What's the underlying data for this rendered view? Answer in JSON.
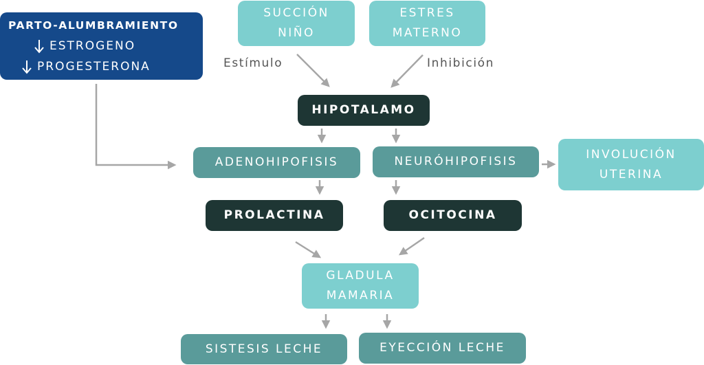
{
  "nodes": {
    "parto": {
      "title": "PARTO-ALUMBRAMIENTO",
      "line1": "ESTROGENO",
      "line2": "PROGESTERONA"
    },
    "succion": {
      "line1": "SUCCIÓN",
      "line2": "NIÑO"
    },
    "estres": {
      "line1": "ESTRES",
      "line2": "MATERNO"
    },
    "hipotalamo": {
      "label": "HIPOTALAMO"
    },
    "adenohipofisis": {
      "label": "ADENOHIPOFISIS"
    },
    "neurohipofisis": {
      "label": "NEURÓHIPOFISIS"
    },
    "involucion": {
      "line1": "INVOLUCIÓN",
      "line2": "UTERINA"
    },
    "prolactina": {
      "label": "PROLACTINA"
    },
    "ocitocina": {
      "label": "OCITOCINA"
    },
    "glandula": {
      "line1": "GLADULA",
      "line2": "MAMARIA"
    },
    "sintesis": {
      "label": "SISTESIS LECHE"
    },
    "eyeccion": {
      "label": "EYECCIÓN LECHE"
    }
  },
  "labels": {
    "estimulo": "Estímulo",
    "inhibicion": "Inhibición"
  },
  "icons": {
    "decrease": "down-arrow-icon"
  },
  "colors": {
    "light_teal": "#7dcfcf",
    "mid_teal": "#5a9b9a",
    "dark": "#1e3634",
    "blue": "#15498a",
    "arrow": "#a6a6a6",
    "label_text": "#555555"
  }
}
